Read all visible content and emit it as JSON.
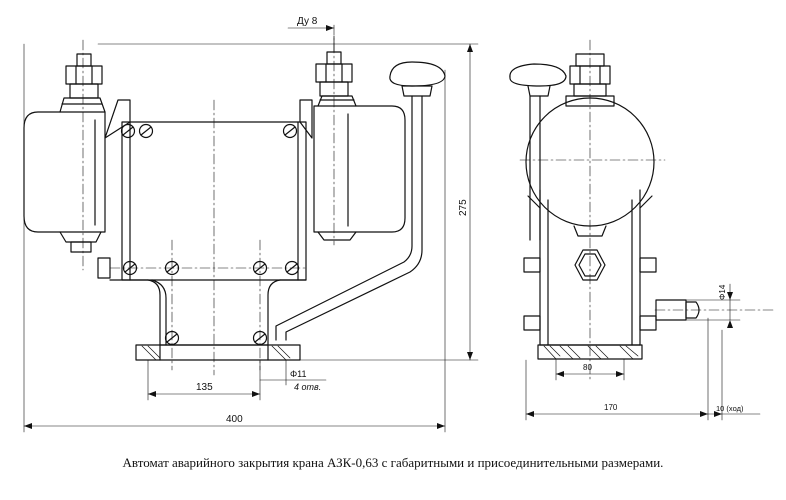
{
  "figure": {
    "caption": "Автомат аварийного закрытия крана АЗК-0,63 с габаритными и присоединительными размерами."
  },
  "front_view": {
    "dim_top_du": "Ду 8",
    "dim_height": "275",
    "dim_width_overall": "400",
    "dim_bolt_spacing": "135",
    "dim_hole_diameter": "Φ11",
    "dim_hole_count": "4 отв."
  },
  "side_view": {
    "dim_shaft_diameter": "Φ14",
    "dim_base": "80",
    "dim_depth": "170",
    "dim_stroke": "10 (ход)"
  }
}
